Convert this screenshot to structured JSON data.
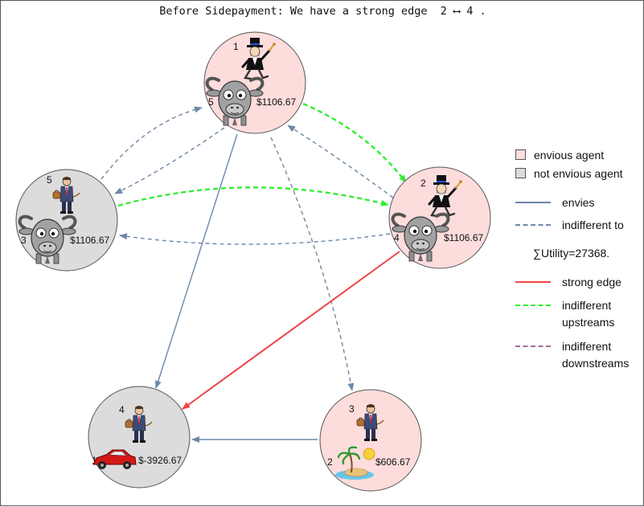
{
  "title": "Before Sidepayment: We have a strong edge  2 ⟷ 4 .",
  "colors": {
    "envious_fill": "#fddcdc",
    "not_envious_fill": "#dcdcdc",
    "envies": "#6e87a8",
    "indifferent_to": "#6e87a8",
    "strong_edge": "#ee4444",
    "indifferent_upstreams": "#33ee33",
    "indifferent_downstreams": "#a06a9a"
  },
  "nodes": [
    {
      "id": "top",
      "envious": true,
      "agent": "1",
      "agent_icon": "monopoly-man-icon",
      "item": "5",
      "item_icon": "goat-icon",
      "money": "$1106.67"
    },
    {
      "id": "left",
      "envious": false,
      "agent": "5",
      "agent_icon": "businessman-icon",
      "item": "3",
      "item_icon": "goat-icon",
      "money": "$1106.67"
    },
    {
      "id": "right",
      "envious": true,
      "agent": "2",
      "agent_icon": "monopoly-man-icon",
      "item": "4",
      "item_icon": "goat-icon",
      "money": "$1106.67"
    },
    {
      "id": "bottom-left",
      "envious": false,
      "agent": "4",
      "agent_icon": "businessman-icon",
      "item": "1",
      "item_icon": "red-car-icon",
      "money": "$-3926.67"
    },
    {
      "id": "bottom-right",
      "envious": true,
      "agent": "3",
      "agent_icon": "businessman-icon",
      "item": "2",
      "item_icon": "island-icon",
      "money": "$606.67"
    }
  ],
  "edges": [
    {
      "from": "top",
      "to": "right",
      "kind": "indifferent_upstreams"
    },
    {
      "from": "left",
      "to": "right",
      "kind": "indifferent_upstreams"
    },
    {
      "from": "right",
      "to": "bottom-left",
      "kind": "strong_edge"
    },
    {
      "from": "top",
      "to": "bottom-left",
      "kind": "envies"
    },
    {
      "from": "bottom-right",
      "to": "bottom-left",
      "kind": "envies"
    },
    {
      "from": "left",
      "to": "top",
      "kind": "indifferent_to"
    },
    {
      "from": "top",
      "to": "left",
      "kind": "indifferent_to"
    },
    {
      "from": "right",
      "to": "top",
      "kind": "indifferent_to"
    },
    {
      "from": "right",
      "to": "left",
      "kind": "indifferent_to"
    },
    {
      "from": "top",
      "to": "bottom-right",
      "kind": "indifferent_to"
    }
  ],
  "legend": {
    "envious_agent": "envious agent",
    "not_envious_agent": "not envious agent",
    "envies": "envies",
    "indifferent_to": "indifferent to",
    "utility": "∑Utility=27368.",
    "strong_edge": "strong edge",
    "indifferent_upstreams": "indifferent\nupstreams",
    "indifferent_downstreams": "indifferent\ndownstreams"
  }
}
